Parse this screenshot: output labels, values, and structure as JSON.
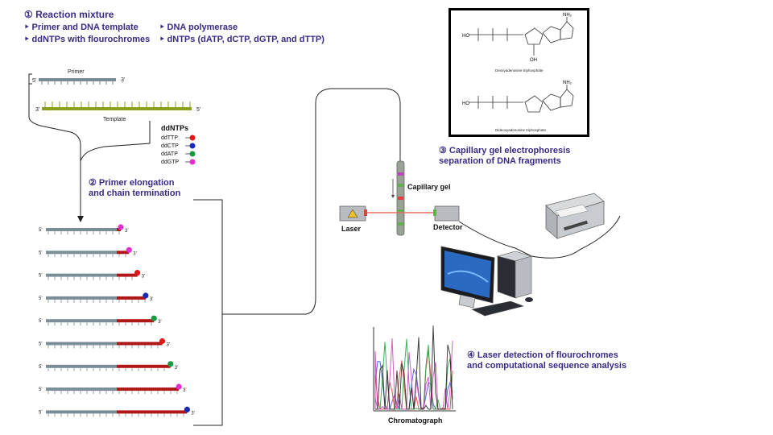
{
  "step1": {
    "title": "① Reaction mixture",
    "bullets": [
      "‣ Primer and DNA template",
      "‣ DNA polymerase",
      "‣ ddNTPs with flourochromes",
      "‣ dNTPs (dATP, dCTP, dGTP, and dTTP)"
    ]
  },
  "strands": {
    "primer_label": "Primer",
    "template_label": "Template",
    "five_prime": "5'",
    "three_prime": "3'"
  },
  "ddntps": {
    "title": "ddNTPs",
    "items": [
      {
        "label": "ddTTP",
        "color": "#e01818"
      },
      {
        "label": "ddCTP",
        "color": "#1a2ab8"
      },
      {
        "label": "ddATP",
        "color": "#1a9a40"
      },
      {
        "label": "ddGTP",
        "color": "#e030d0"
      }
    ]
  },
  "step2": {
    "line1": "② Primer elongation",
    "line2": "and chain termination"
  },
  "fragments": {
    "colors": [
      "#e030d0",
      "#e030d0",
      "#e01818",
      "#1a2ab8",
      "#1a9a40",
      "#e01818",
      "#1a9a40",
      "#e030d0",
      "#1a2ab8"
    ]
  },
  "step3": {
    "line1": "③ Capillary gel electrophoresis",
    "line2": "separation of DNA fragments"
  },
  "structures": {
    "top_caption": "Deoxyadenosine triphosphate",
    "bottom_caption": "Dideoxyadenosine triphosphate",
    "nh2": "NH₂",
    "oh": "OH",
    "ho": "HO"
  },
  "apparatus": {
    "capillary": "Capillary gel",
    "laser": "Laser",
    "detector": "Detector"
  },
  "step4": {
    "line1": "④ Laser detection of flourochromes",
    "line2": "and computational sequence analysis"
  },
  "chromatograph": {
    "caption": "Chromatograph"
  },
  "colors": {
    "heading": "#3a2a86",
    "primer": "#7a8e9a",
    "template": "#8aa020",
    "extension": "#b01818"
  }
}
